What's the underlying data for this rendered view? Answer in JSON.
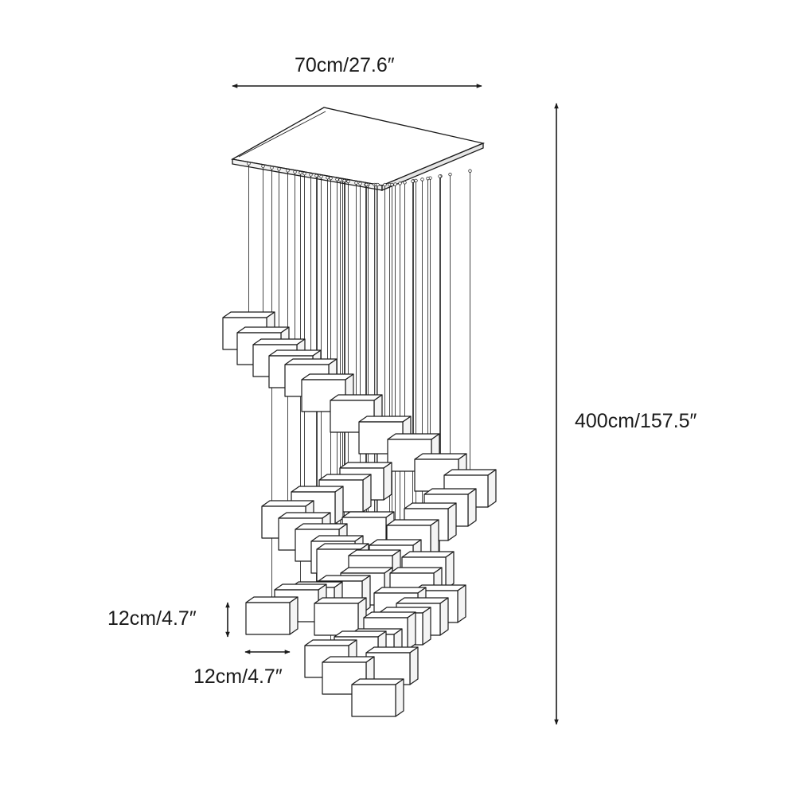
{
  "figure": {
    "dimensions": {
      "canopy_width": "70cm/27.6″",
      "overall_height": "400cm/157.5″",
      "cube_height": "12cm/4.7″",
      "cube_width": "12cm/4.7″"
    },
    "cube_count": 44,
    "line_color": "#1a1a1a"
  }
}
